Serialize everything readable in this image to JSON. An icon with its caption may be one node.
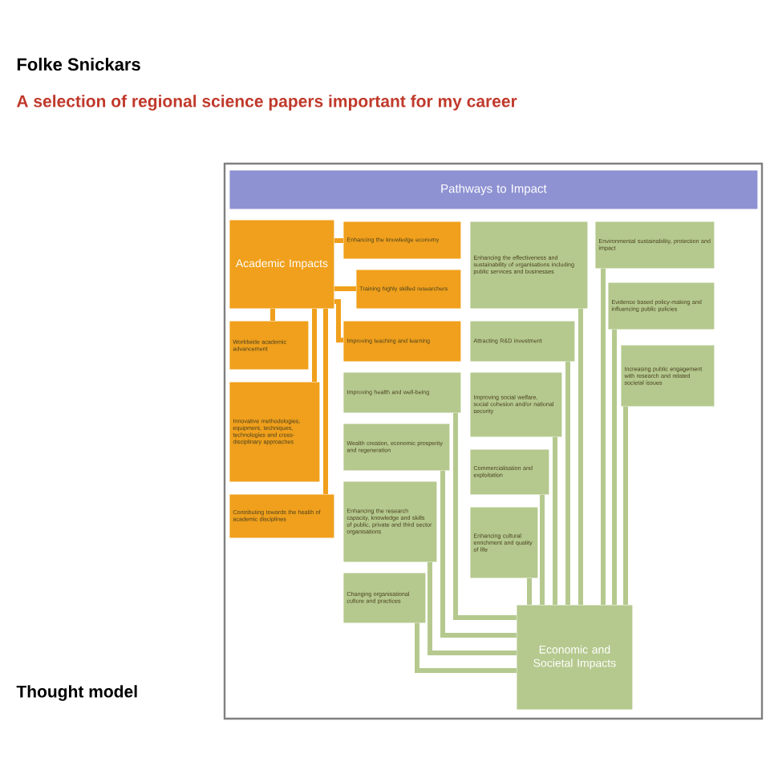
{
  "diagram": {
    "title": "Folke Snickars",
    "nodes": [
      {
        "text": [
          "Pathways to Impact"
        ]
      },
      {
        "text": [
          "Academic Impacts"
        ]
      },
      {
        "text": [
          "Enhancing the knowledge economy"
        ]
      },
      {
        "text": [
          "Training highly skilled researchers"
        ]
      },
      {
        "text": [
          "Enhancing the effectiveness and sustainability of organisations including public services and businesses"
        ]
      },
      {
        "text": [
          "Environmental sustainability, protection and impact"
        ]
      },
      {
        "text": [
          "Evidence based policy-making and influencing public policies"
        ]
      },
      {
        "text": [
          "Worldwide academic advancement"
        ]
      },
      {
        "text": [
          "Improving teaching and learning"
        ]
      },
      {
        "text": [
          "Attracting R&D investment"
        ]
      },
      {
        "text": [
          "Increasing public engagement with research and related societal issues"
        ]
      },
      {
        "text": [
          "Innovative methodologies, equipment, techniques, technologies and cross-disciplinary approaches"
        ]
      },
      {
        "text": [
          "Improving health and well-being"
        ]
      },
      {
        "text": [
          "Improving social welfare, social cohesion and/or national security"
        ]
      },
      {
        "text": [
          "Wealth creation, economic prosperity and regeneration"
        ]
      },
      {
        "text": [
          "Commercialisation and exploitation"
        ]
      },
      {
        "text": [
          "Contributing towards the health of academic disciplines"
        ]
      },
      {
        "text": [
          "Enhancing the research capacity, knowledge and skills of public, private and third sector organisations"
        ]
      },
      {
        "text": [
          "Enhancing cultural enrichment and quality of life"
        ]
      },
      {
        "text": [
          "Changing organisational culture and practices"
        ]
      },
      {
        "text": [
          "Economic and Societal Impacts"
        ]
      }
    ],
    "edges": [
      {
        "from": 1,
        "to": 2,
        "arrow": "none",
        "color": "#f0a01c"
      },
      {
        "from": 1,
        "to": 3,
        "arrow": "none",
        "color": "#f0a01c"
      },
      {
        "from": 1,
        "to": 8,
        "arrow": "none",
        "color": "#f0a01c"
      },
      {
        "from": 1,
        "to": 7,
        "arrow": "none",
        "color": "#f0a01c"
      },
      {
        "from": 1,
        "to": 11,
        "arrow": "none",
        "color": "#f0a01c"
      },
      {
        "from": 1,
        "to": 16,
        "arrow": "none",
        "color": "#f0a01c"
      },
      {
        "from": 20,
        "to": 4,
        "arrow": "none"
      },
      {
        "from": 20,
        "to": 9,
        "arrow": "none"
      },
      {
        "from": 20,
        "to": 13,
        "arrow": "none"
      },
      {
        "from": 20,
        "to": 15,
        "arrow": "none"
      },
      {
        "from": 20,
        "to": 18,
        "arrow": "none"
      },
      {
        "from": 20,
        "to": 5,
        "arrow": "none"
      },
      {
        "from": 20,
        "to": 6,
        "arrow": "none"
      },
      {
        "from": 20,
        "to": 10,
        "arrow": "none"
      },
      {
        "from": 20,
        "to": 12,
        "arrow": "none"
      },
      {
        "from": 20,
        "to": 14,
        "arrow": "none"
      },
      {
        "from": 20,
        "to": 17,
        "arrow": "none"
      },
      {
        "from": 20,
        "to": 19,
        "arrow": "none"
      }
    ],
    "labels": [
      "A selection of regional science papers important for my career",
      "Thought model"
    ]
  }
}
